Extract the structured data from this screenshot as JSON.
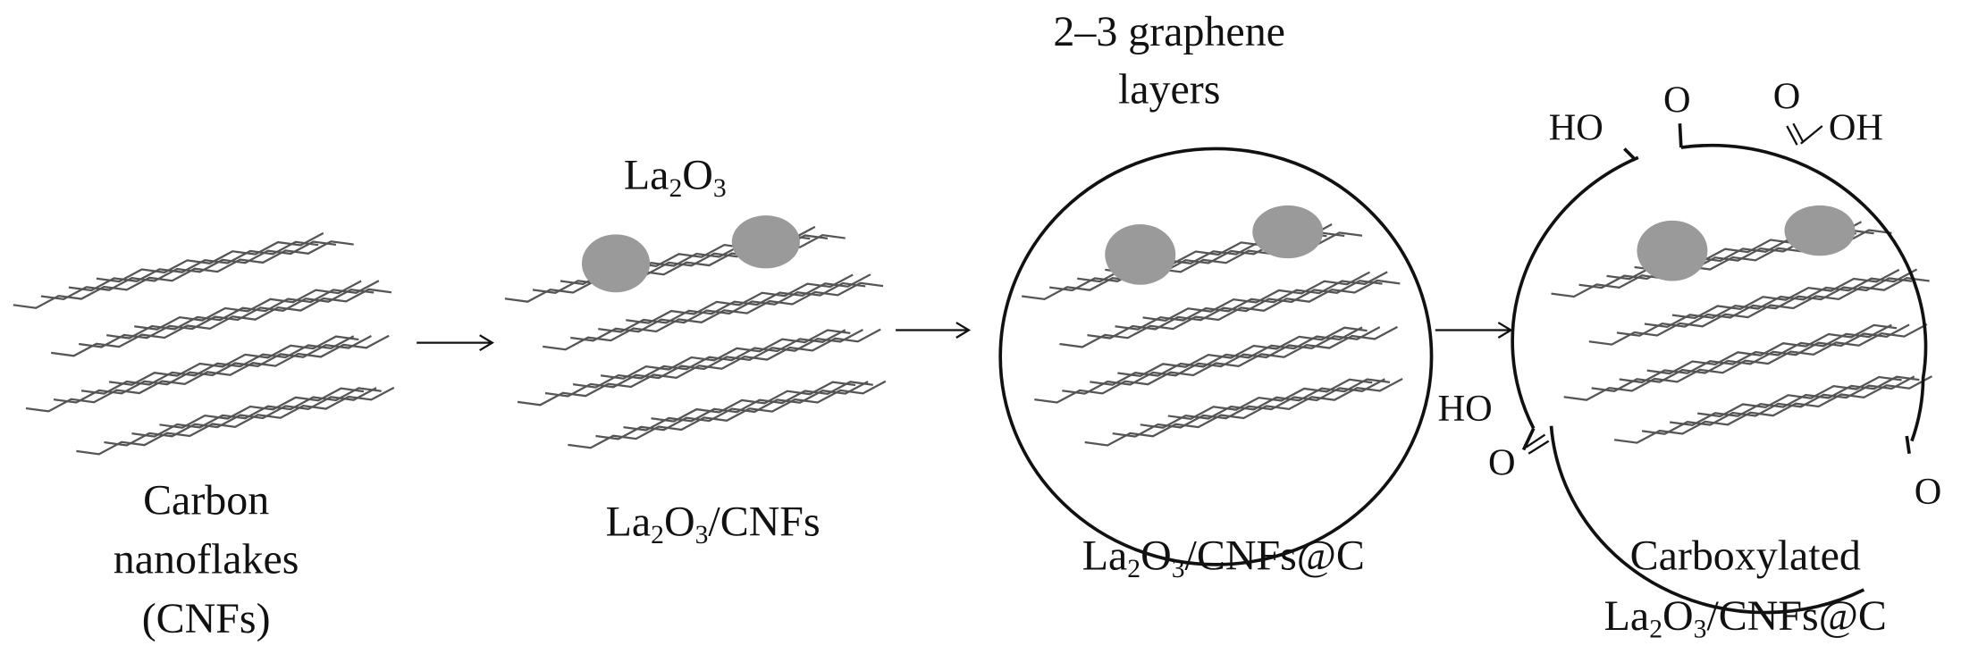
{
  "colors": {
    "ink": "#111111",
    "particle": "#9a9a9a",
    "sheet": "#555555"
  },
  "stages": [
    {
      "label_lines": [
        "Carbon",
        "nanoflakes",
        "(CNFs)"
      ]
    },
    {
      "top_label": {
        "base1": "La",
        "sub1": "2",
        "base2": "O",
        "sub2": "3"
      },
      "label": {
        "base1": "La",
        "sub1": "2",
        "base2": "O",
        "sub2": "3",
        "rest": "/CNFs"
      }
    },
    {
      "top_label_lines": [
        "2–3 graphene",
        "layers"
      ],
      "label": {
        "base1": "La",
        "sub1": "2",
        "base2": "O",
        "sub2": "3",
        "rest": "/CNFs@C"
      }
    },
    {
      "label_line1": "Carboxylated",
      "label": {
        "base1": "La",
        "sub1": "2",
        "base2": "O",
        "sub2": "3",
        "rest": "/CNFs@C"
      },
      "groups": {
        "ho_top": "HO",
        "o_top": "O",
        "o_acid": "O",
        "oh_acid": "OH",
        "ho_left": "HO",
        "o_left": "O",
        "o_right": "O"
      }
    }
  ]
}
